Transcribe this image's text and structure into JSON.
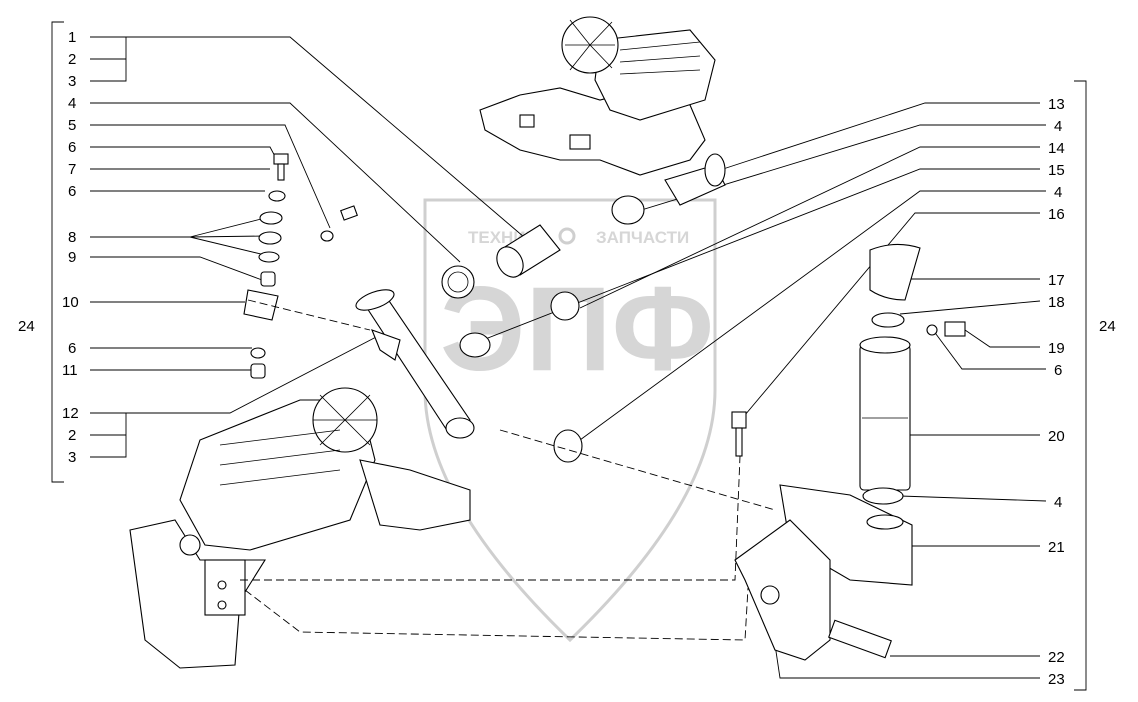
{
  "watermark": {
    "line1_left": "ТЕХНИКА",
    "line1_right": "ЗАПЧАСТИ",
    "big": "ЭПФ"
  },
  "left_group_label": "24",
  "right_group_label": "24",
  "left_labels": [
    "1",
    "2",
    "3",
    "4",
    "5",
    "6",
    "7",
    "6",
    "8",
    "9",
    "10",
    "6",
    "11",
    "12",
    "2",
    "3"
  ],
  "right_labels": [
    "13",
    "4",
    "14",
    "15",
    "4",
    "16",
    "17",
    "18",
    "19",
    "6",
    "20",
    "4",
    "21",
    "22",
    "23"
  ]
}
